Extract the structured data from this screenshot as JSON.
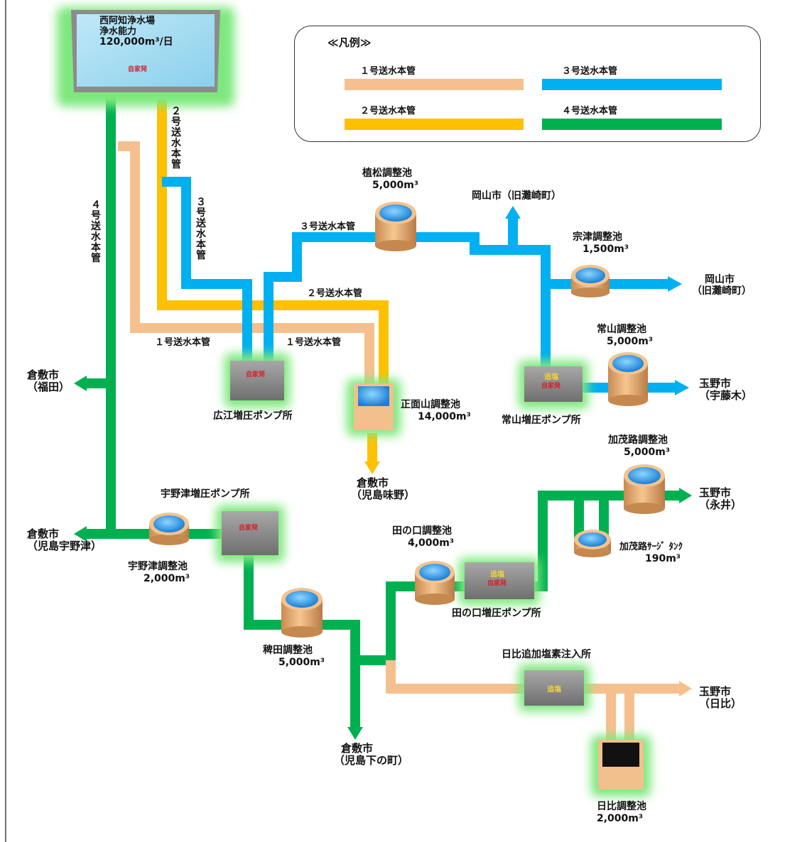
{
  "colors": {
    "pipe1": "#f5c08e",
    "pipe2": "#ffc000",
    "pipe3": "#00b0f0",
    "pipe4": "#00b050",
    "tank_body": "#e8b07a",
    "tank_water": "#2f9fe8",
    "building": "#8c8c8c",
    "glow": "#7de87d"
  },
  "legend": {
    "title": "≪凡例≫",
    "items": [
      {
        "label": "１号送水本管",
        "color": "#f5c08e"
      },
      {
        "label": "２号送水本管",
        "color": "#ffc000"
      },
      {
        "label": "３号送水本管",
        "color": "#00b0f0"
      },
      {
        "label": "４号送水本管",
        "color": "#00b050"
      }
    ]
  },
  "plant": {
    "line1": "西阿知浄水場",
    "line2": "浄水能力",
    "line3": "120,000m³/日",
    "tag": "自家発"
  },
  "pipe_labels": {
    "pipe4_vertical": "４号送水本管",
    "pipe2_vertical": "２号送水本管",
    "pipe3_vertical": "３号送水本管",
    "pipe3_h": "３号送水本管",
    "pipe2_h": "２号送水本管",
    "pipe1_h_left": "１号送水本管",
    "pipe1_h_right": "１号送水本管"
  },
  "facilities": {
    "hiroe_pump": {
      "name": "広江増圧ポンプ所",
      "tag": "自家発"
    },
    "shomenyama": {
      "name": "正面山調整池",
      "capacity": "14,000m³"
    },
    "uematsu": {
      "name": "植松調整池",
      "capacity": "5,000m³"
    },
    "munetsu": {
      "name": "宗津調整池",
      "capacity": "1,500m³"
    },
    "tsuneyama_pond": {
      "name": "常山調整池",
      "capacity": "5,000m³"
    },
    "tsuneyama_pump": {
      "name": "常山増圧ポンプ所",
      "tag1": "追塩",
      "tag2": "自家発"
    },
    "unotsu_pump": {
      "name": "宇野津増圧ポンプ所",
      "tag": "自家発"
    },
    "unotsu_pond": {
      "name": "宇野津調整池",
      "capacity": "2,000m³"
    },
    "hieda": {
      "name": "稗田調整池",
      "capacity": "5,000m³"
    },
    "tanokuchi_pond": {
      "name": "田の口調整池",
      "capacity": "4,000m³"
    },
    "tanokuchi_pump": {
      "name": "田の口増圧ポンプ所",
      "tag1": "追塩",
      "tag2": "自家発"
    },
    "kamoji_pond": {
      "name": "加茂路調整池",
      "capacity": "5,000m³"
    },
    "kamoji_surge": {
      "name": "加茂路ｻｰｼﾞ ﾀﾝｸ",
      "capacity": "190m³"
    },
    "hibi_chlorine": {
      "name": "日比追加塩素注入所",
      "tag": "追塩"
    },
    "hibi_pond": {
      "name": "日比調整池",
      "capacity": "2,000m³"
    }
  },
  "destinations": {
    "okayama_top": "岡山市（旧灘崎町）",
    "okayama_right_1": "岡山市",
    "okayama_right_2": "（旧灘崎町）",
    "tamano_utoki_1": "玉野市",
    "tamano_utoki_2": "（宇藤木）",
    "kurashiki_fukuda_1": "倉敷市",
    "kurashiki_fukuda_2": "（福田）",
    "kurashiki_ajino_1": "倉敷市",
    "kurashiki_ajino_2": "（児島味野）",
    "tamano_nagai_1": "玉野市",
    "tamano_nagai_2": "（永井）",
    "kurashiki_unotsu_1": "倉敷市",
    "kurashiki_unotsu_2": "（児島宇野津）",
    "kurashiki_shimonocho_1": "倉敷市",
    "kurashiki_shimonocho_2": "（児島下の町）",
    "tamano_hibi_1": "玉野市",
    "tamano_hibi_2": "（日比）"
  }
}
